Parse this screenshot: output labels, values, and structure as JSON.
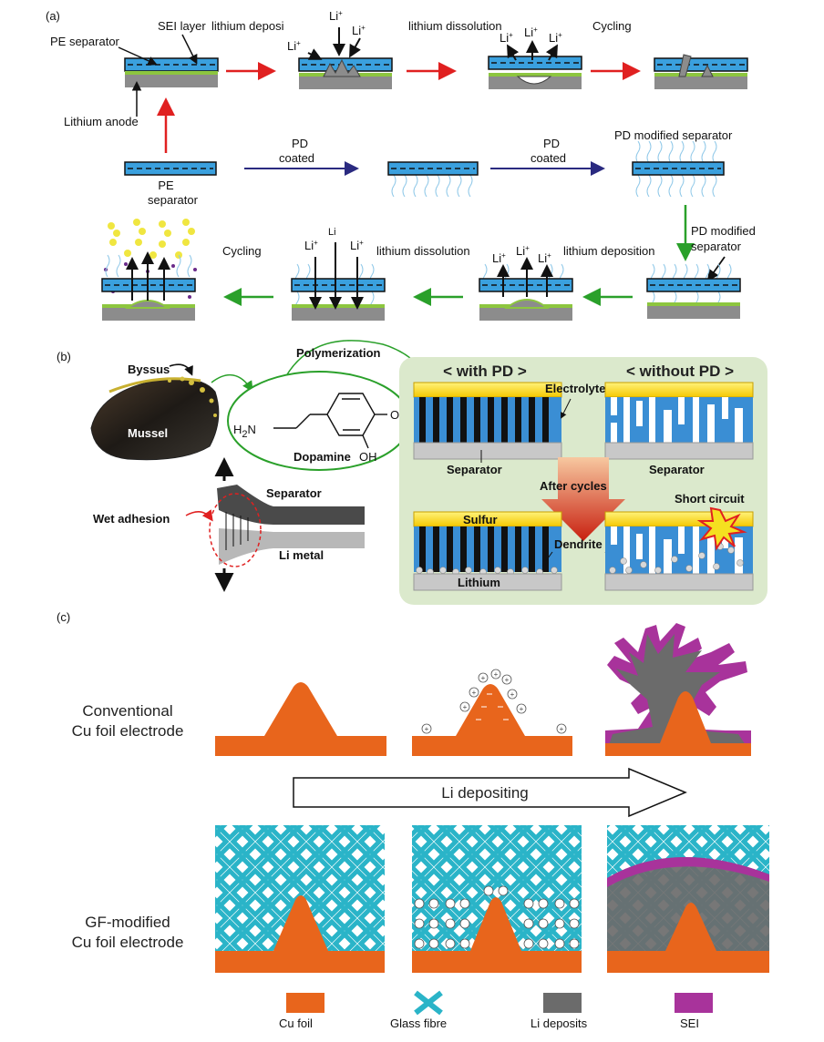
{
  "panel_a": {
    "letter": "(a)",
    "sei_layer": "SEI layer",
    "pe_separator": "PE separator",
    "lithium_anode": "Lithium anode",
    "lithium_deposi": "lithium deposi",
    "lithium_dissolution": "lithium dissolution",
    "cycling_top": "Cycling",
    "li_ion": "Li",
    "pe_separator_bottom_1": "PE",
    "pe_separator_bottom_2": "separator",
    "pd_1": "PD",
    "coated_1": "coated",
    "pd_2": "PD",
    "coated_2": "coated",
    "pd_modified_separator_top": "PD modified   separator",
    "pd_modified_1": "PD modified",
    "separator_r": "separator",
    "lithium_deposition": "lithium deposition",
    "lithium_dissolution_2": "lithium dissolution",
    "cycling_bottom": "Cycling",
    "li_plain": "Li"
  },
  "panel_b": {
    "letter": "(b)",
    "byssus": "Byssus",
    "mussel": "Mussel",
    "polymerization": "Polymerization",
    "dopamine": "Dopamine",
    "h2n": "H",
    "h2n_sub": "2",
    "h2n_n": "N",
    "oh1": "OH",
    "oh2": "OH",
    "with_pd": "< with PD >",
    "without_pd": "< without PD >",
    "electrolyte": "Electrolyte",
    "separator_left": "Separator",
    "separator_right": "Separator",
    "after_cycles": "After cycles",
    "short_circuit": "Short circuit",
    "sulfur": "Sulfur",
    "dendrite": "Dendrite",
    "lithium": "Lithium",
    "wet_adhesion": "Wet adhesion",
    "separator_lbl": "Separator",
    "li_metal": "Li metal"
  },
  "panel_c": {
    "letter": "(c)",
    "conventional_1": "Conventional",
    "conventional_2": "Cu foil electrode",
    "li_depositing": "Li depositing",
    "gf_1": "GF-modified",
    "gf_2": "Cu foil electrode",
    "legend": [
      {
        "label": "Cu foil",
        "color": "#e8651c"
      },
      {
        "label": "Glass fibre",
        "color": "#2ab4c8"
      },
      {
        "label": "Li deposits",
        "color": "#6b6b6b"
      },
      {
        "label": "SEI",
        "color": "#a8339b"
      }
    ]
  },
  "colors": {
    "separator_blue": "#3aa0de",
    "anode_grey": "#8c8c8c",
    "sei_green": "#8dc63f",
    "red_arrow": "#e02020",
    "navy_arrow": "#2a2a80",
    "green_arrow": "#2aa02a",
    "cu_orange": "#e8651c",
    "fibre_cyan": "#2ab4c8",
    "li_grey": "#6b6b6b",
    "sei_purple": "#a8339b",
    "panel_bg": "#dbe9cc",
    "sulfur_yellow": "#f5d800"
  }
}
